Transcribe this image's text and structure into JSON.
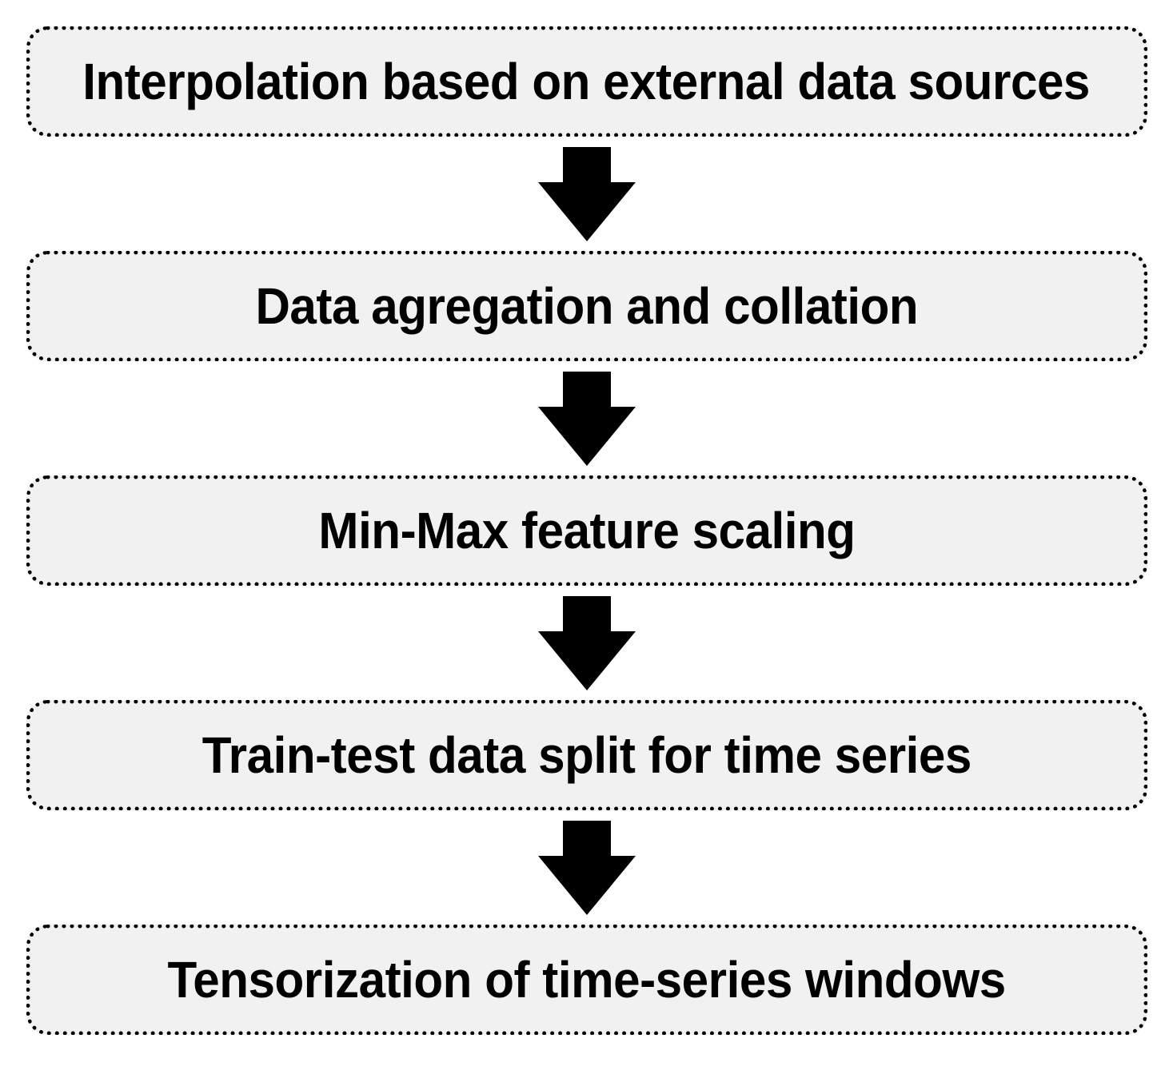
{
  "figure": {
    "type": "flowchart",
    "direction": "top-down",
    "node_count": 5,
    "connector": "solid-down-arrow"
  },
  "colors": {
    "box_fill": "#f1f1f1",
    "box_border": "#000000",
    "arrow": "#000000",
    "text": "#000000",
    "background": "#ffffff"
  },
  "steps": [
    {
      "label": "Interpolation based on external data sources"
    },
    {
      "label": "Data agregation and collation"
    },
    {
      "label": "Min-Max feature scaling"
    },
    {
      "label": "Train-test data split for time series"
    },
    {
      "label": "Tensorization of time-series windows"
    }
  ]
}
